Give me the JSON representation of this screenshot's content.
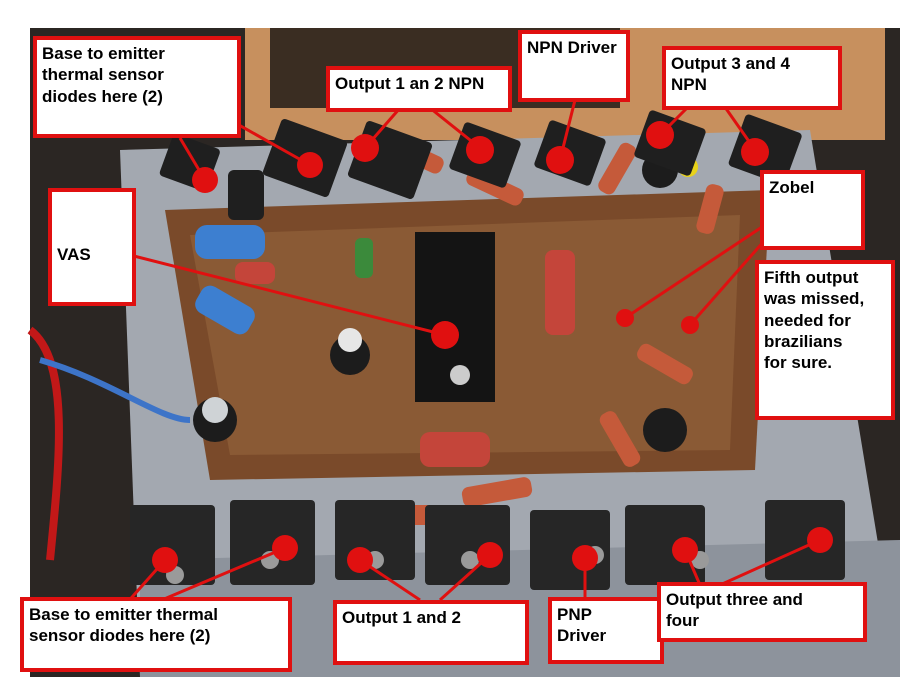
{
  "colors": {
    "annotation_red": "#e01010",
    "board_brown": "#7a4a2a",
    "metal_gray": "#9aa0a8"
  },
  "labels": {
    "base_emitter_top": "Base to emitter\nthermal sensor\ndiodes here (2)",
    "output_1_2_npn": "Output 1 an 2 NPN",
    "npn_driver": "NPN Driver",
    "output_3_4_npn": "Output 3 and 4\nNPN",
    "zobel": "Zobel",
    "vas": "VAS",
    "fifth_output": "Fifth output\nwas missed,\nneeded for\nbrazilians\nfor sure.",
    "base_emitter_bottom": "Base to emitter thermal\nsensor diodes here (2)",
    "output_1_2": "Output 1 and 2",
    "pnp_driver": "PNP\nDriver",
    "output_three_four": "Output three and\nfour"
  }
}
